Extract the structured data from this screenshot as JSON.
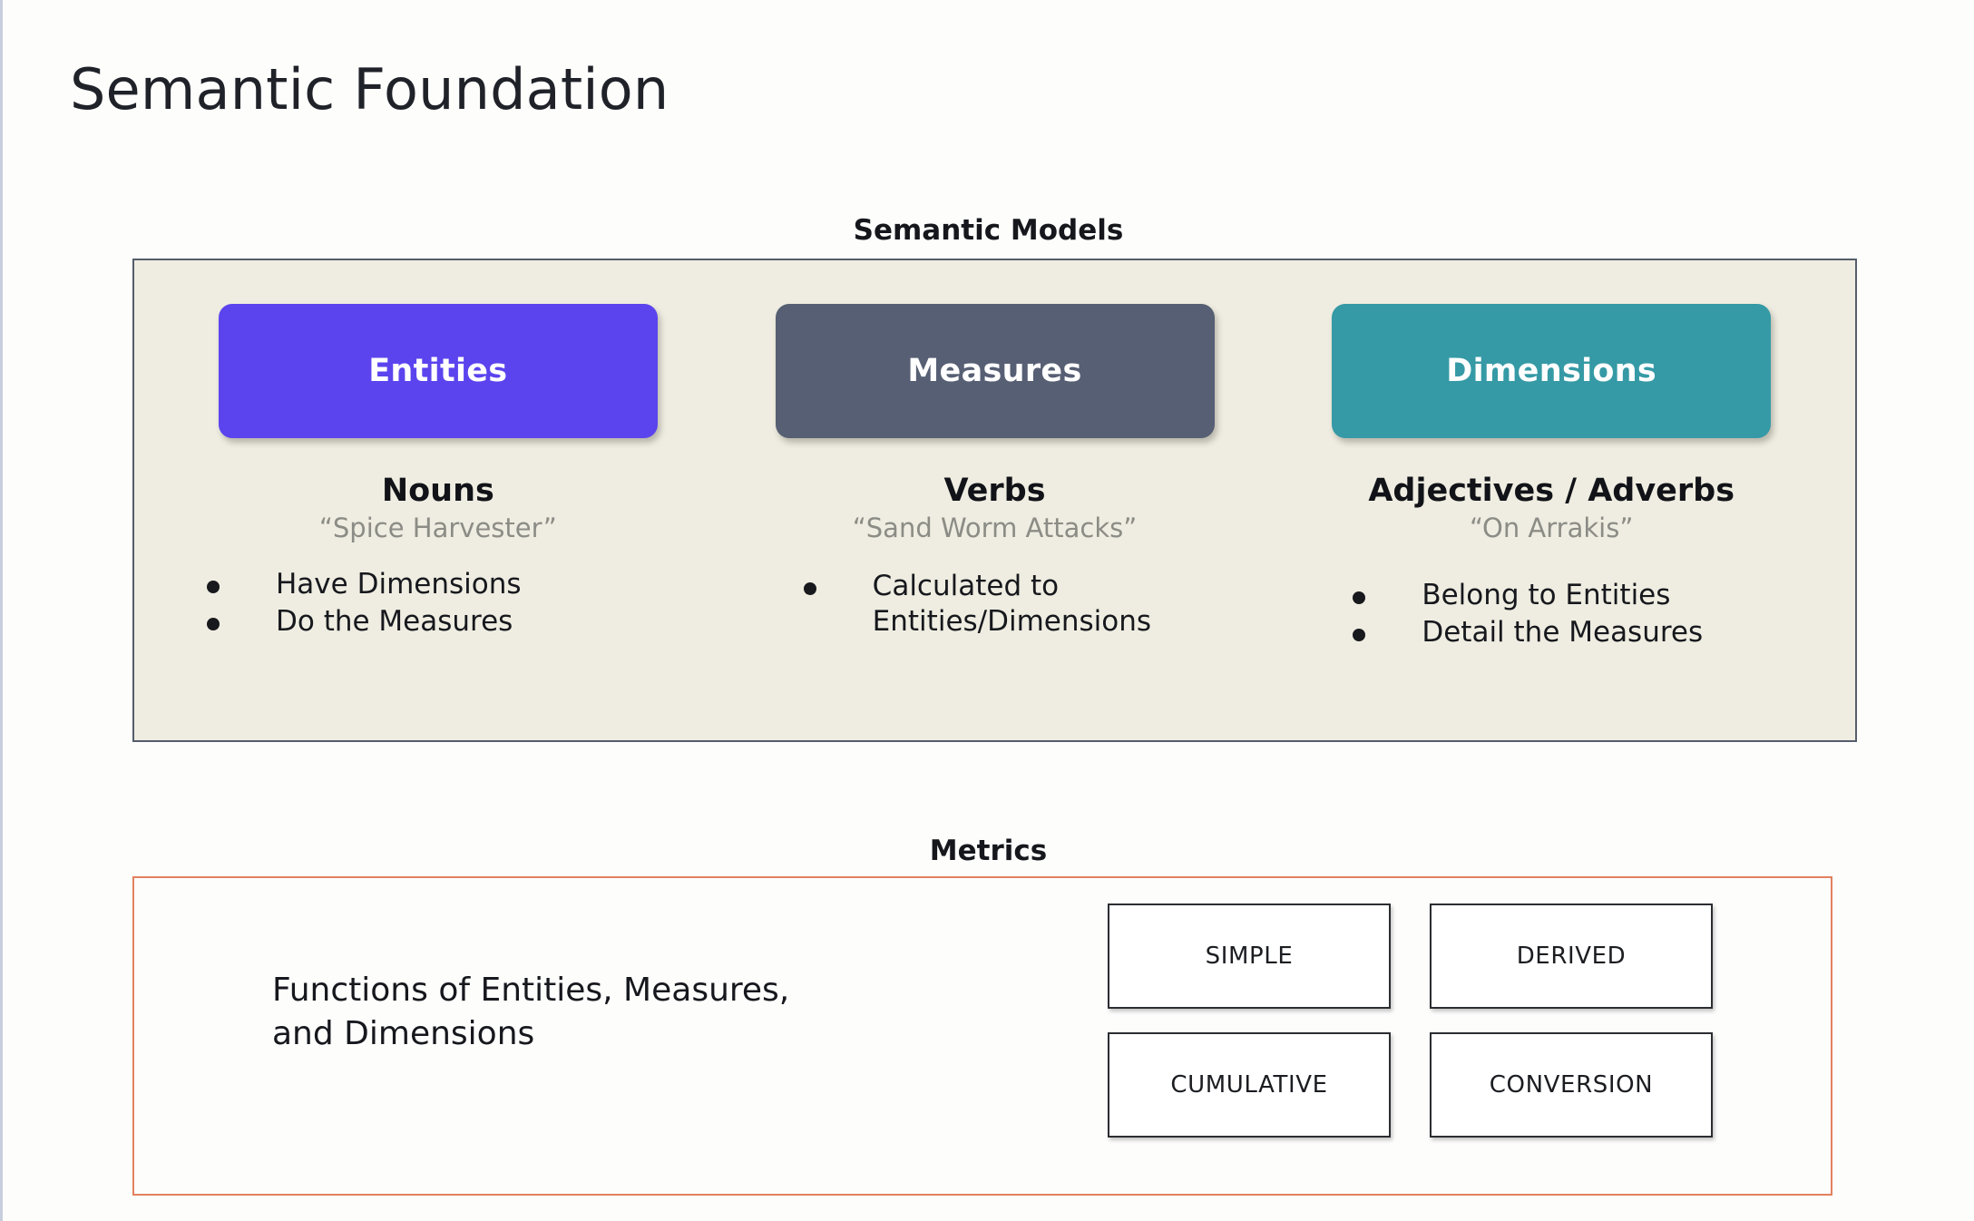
{
  "slide": {
    "title": "Semantic Foundation"
  },
  "semantic_models": {
    "caption": "Semantic Models",
    "columns": [
      {
        "chip_label": "Entities",
        "chip_color": "#5b44ee",
        "heading": "Nouns",
        "quote": "“Spice Harvester”",
        "bullets": [
          "Have Dimensions",
          "Do the Measures"
        ]
      },
      {
        "chip_label": "Measures",
        "chip_color": "#565f73",
        "heading": "Verbs",
        "quote": "“Sand Worm Attacks”",
        "bullets": [
          "Calculated to\nEntities/Dimensions"
        ]
      },
      {
        "chip_label": "Dimensions",
        "chip_color": "#359aa5",
        "heading": "Adjectives / Adverbs",
        "quote": "“On Arrakis”",
        "bullets": [
          "Belong to Entities",
          "Detail the Measures"
        ]
      }
    ]
  },
  "metrics": {
    "caption": "Metrics",
    "description_line1": "Functions of Entities, Measures,",
    "description_line2": "and Dimensions",
    "boxes": [
      "SIMPLE",
      "DERIVED",
      "CUMULATIVE",
      "CONVERSION"
    ],
    "border_color": "#e2815f"
  }
}
